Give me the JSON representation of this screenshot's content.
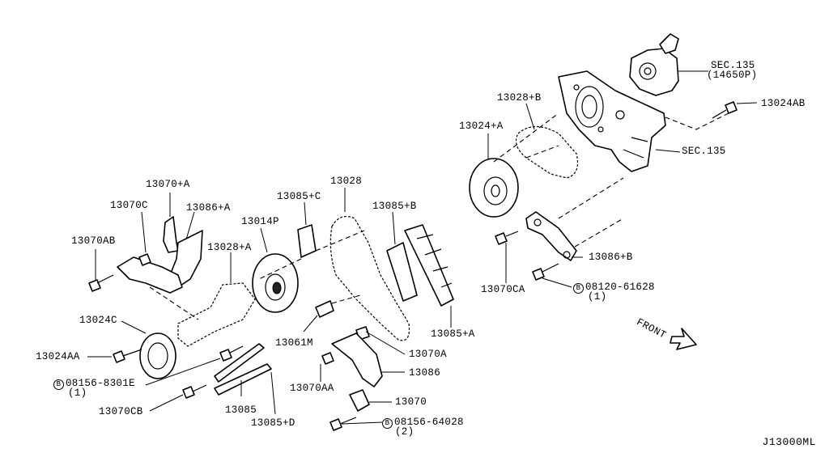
{
  "labels": {
    "l13070a_plus": "13070+A",
    "l13070c": "13070C",
    "l13086a_plus": "13086+A",
    "l13070ab": "13070AB",
    "l13028a_plus": "13028+A",
    "l13014p": "13014P",
    "l13085c_plus": "13085+C",
    "l13028": "13028",
    "l13085b_plus": "13085+B",
    "l13028b_plus": "13028+B",
    "l13024a_plus": "13024+A",
    "sec135_top": "SEC.135",
    "sec135_top_sub": "(14650P)",
    "l13024ab": "13024AB",
    "sec135_right": "SEC.135",
    "l13086b_plus": "13086+B",
    "l13070ca": "13070CA",
    "bolt1_num": "08120-61628",
    "bolt1_qty": "(1)",
    "l13024c": "13024C",
    "l13024aa": "13024AA",
    "bolt2_num": "08156-8301E",
    "bolt2_qty": "(1)",
    "l13070cb": "13070CB",
    "l13085": "13085",
    "l13085d_plus": "13085+D",
    "l13061m": "13061M",
    "l13070a": "13070A",
    "l13086": "13086",
    "l13085a_plus": "13085+A",
    "l13070aa": "13070AA",
    "l13070": "13070",
    "bolt3_num": "08156-64028",
    "bolt3_qty": "(2)",
    "front": "FRONT",
    "b_symbol": "B",
    "diagram_code": "J13000ML"
  }
}
